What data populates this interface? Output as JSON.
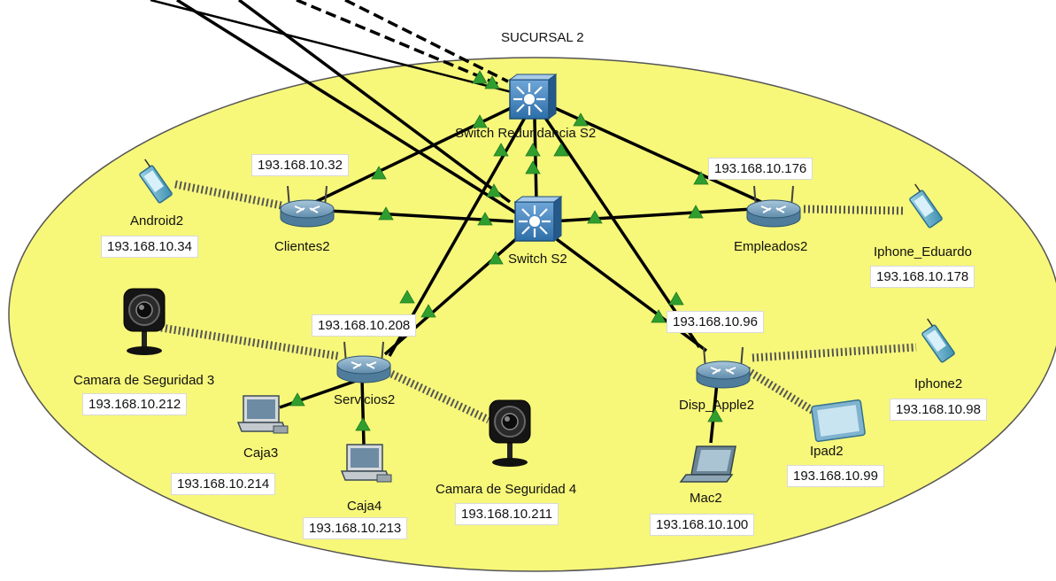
{
  "area": {
    "title": "SUCURSAL 2",
    "fill": "#f7f77a"
  },
  "colors": {
    "link": "#000000",
    "wireless": "#444444",
    "up_marker": "#2f9e2f"
  },
  "devices": {
    "switch_redundancia": {
      "name": "Switch Redundancia S2",
      "icon": "multilayer-switch-icon"
    },
    "switch_s2": {
      "name": "Switch S2",
      "icon": "multilayer-switch-icon"
    },
    "clientes2": {
      "name": "Clientes2",
      "ip": "193.168.10.32",
      "icon": "wireless-router-icon"
    },
    "empleados2": {
      "name": "Empleados2",
      "ip": "193.168.10.176",
      "icon": "wireless-router-icon"
    },
    "servicios2": {
      "name": "Servicios2",
      "ip": "193.168.10.208",
      "icon": "wireless-router-icon"
    },
    "disp_apple2": {
      "name": "Disp_Apple2",
      "ip": "193.168.10.96",
      "icon": "wireless-router-icon"
    },
    "android2": {
      "name": "Android2",
      "ip": "193.168.10.34",
      "icon": "smartphone-icon"
    },
    "iphone_eduardo": {
      "name": "Iphone_Eduardo",
      "ip": "193.168.10.178",
      "icon": "smartphone-icon"
    },
    "iphone2": {
      "name": "Iphone2",
      "ip": "193.168.10.98",
      "icon": "smartphone-icon"
    },
    "ipad2": {
      "name": "Ipad2",
      "ip": "193.168.10.99",
      "icon": "tablet-icon"
    },
    "mac2": {
      "name": "Mac2",
      "ip": "193.168.10.100",
      "icon": "laptop-icon"
    },
    "camara3": {
      "name": "Camara de Seguridad 3",
      "ip": "193.168.10.212",
      "icon": "webcam-icon"
    },
    "camara4": {
      "name": "Camara de Seguridad 4",
      "ip": "193.168.10.211",
      "icon": "webcam-icon"
    },
    "caja3": {
      "name": "Caja3",
      "ip": "193.168.10.214",
      "icon": "pc-icon"
    },
    "caja4": {
      "name": "Caja4",
      "ip": "193.168.10.213",
      "icon": "pc-icon"
    }
  }
}
